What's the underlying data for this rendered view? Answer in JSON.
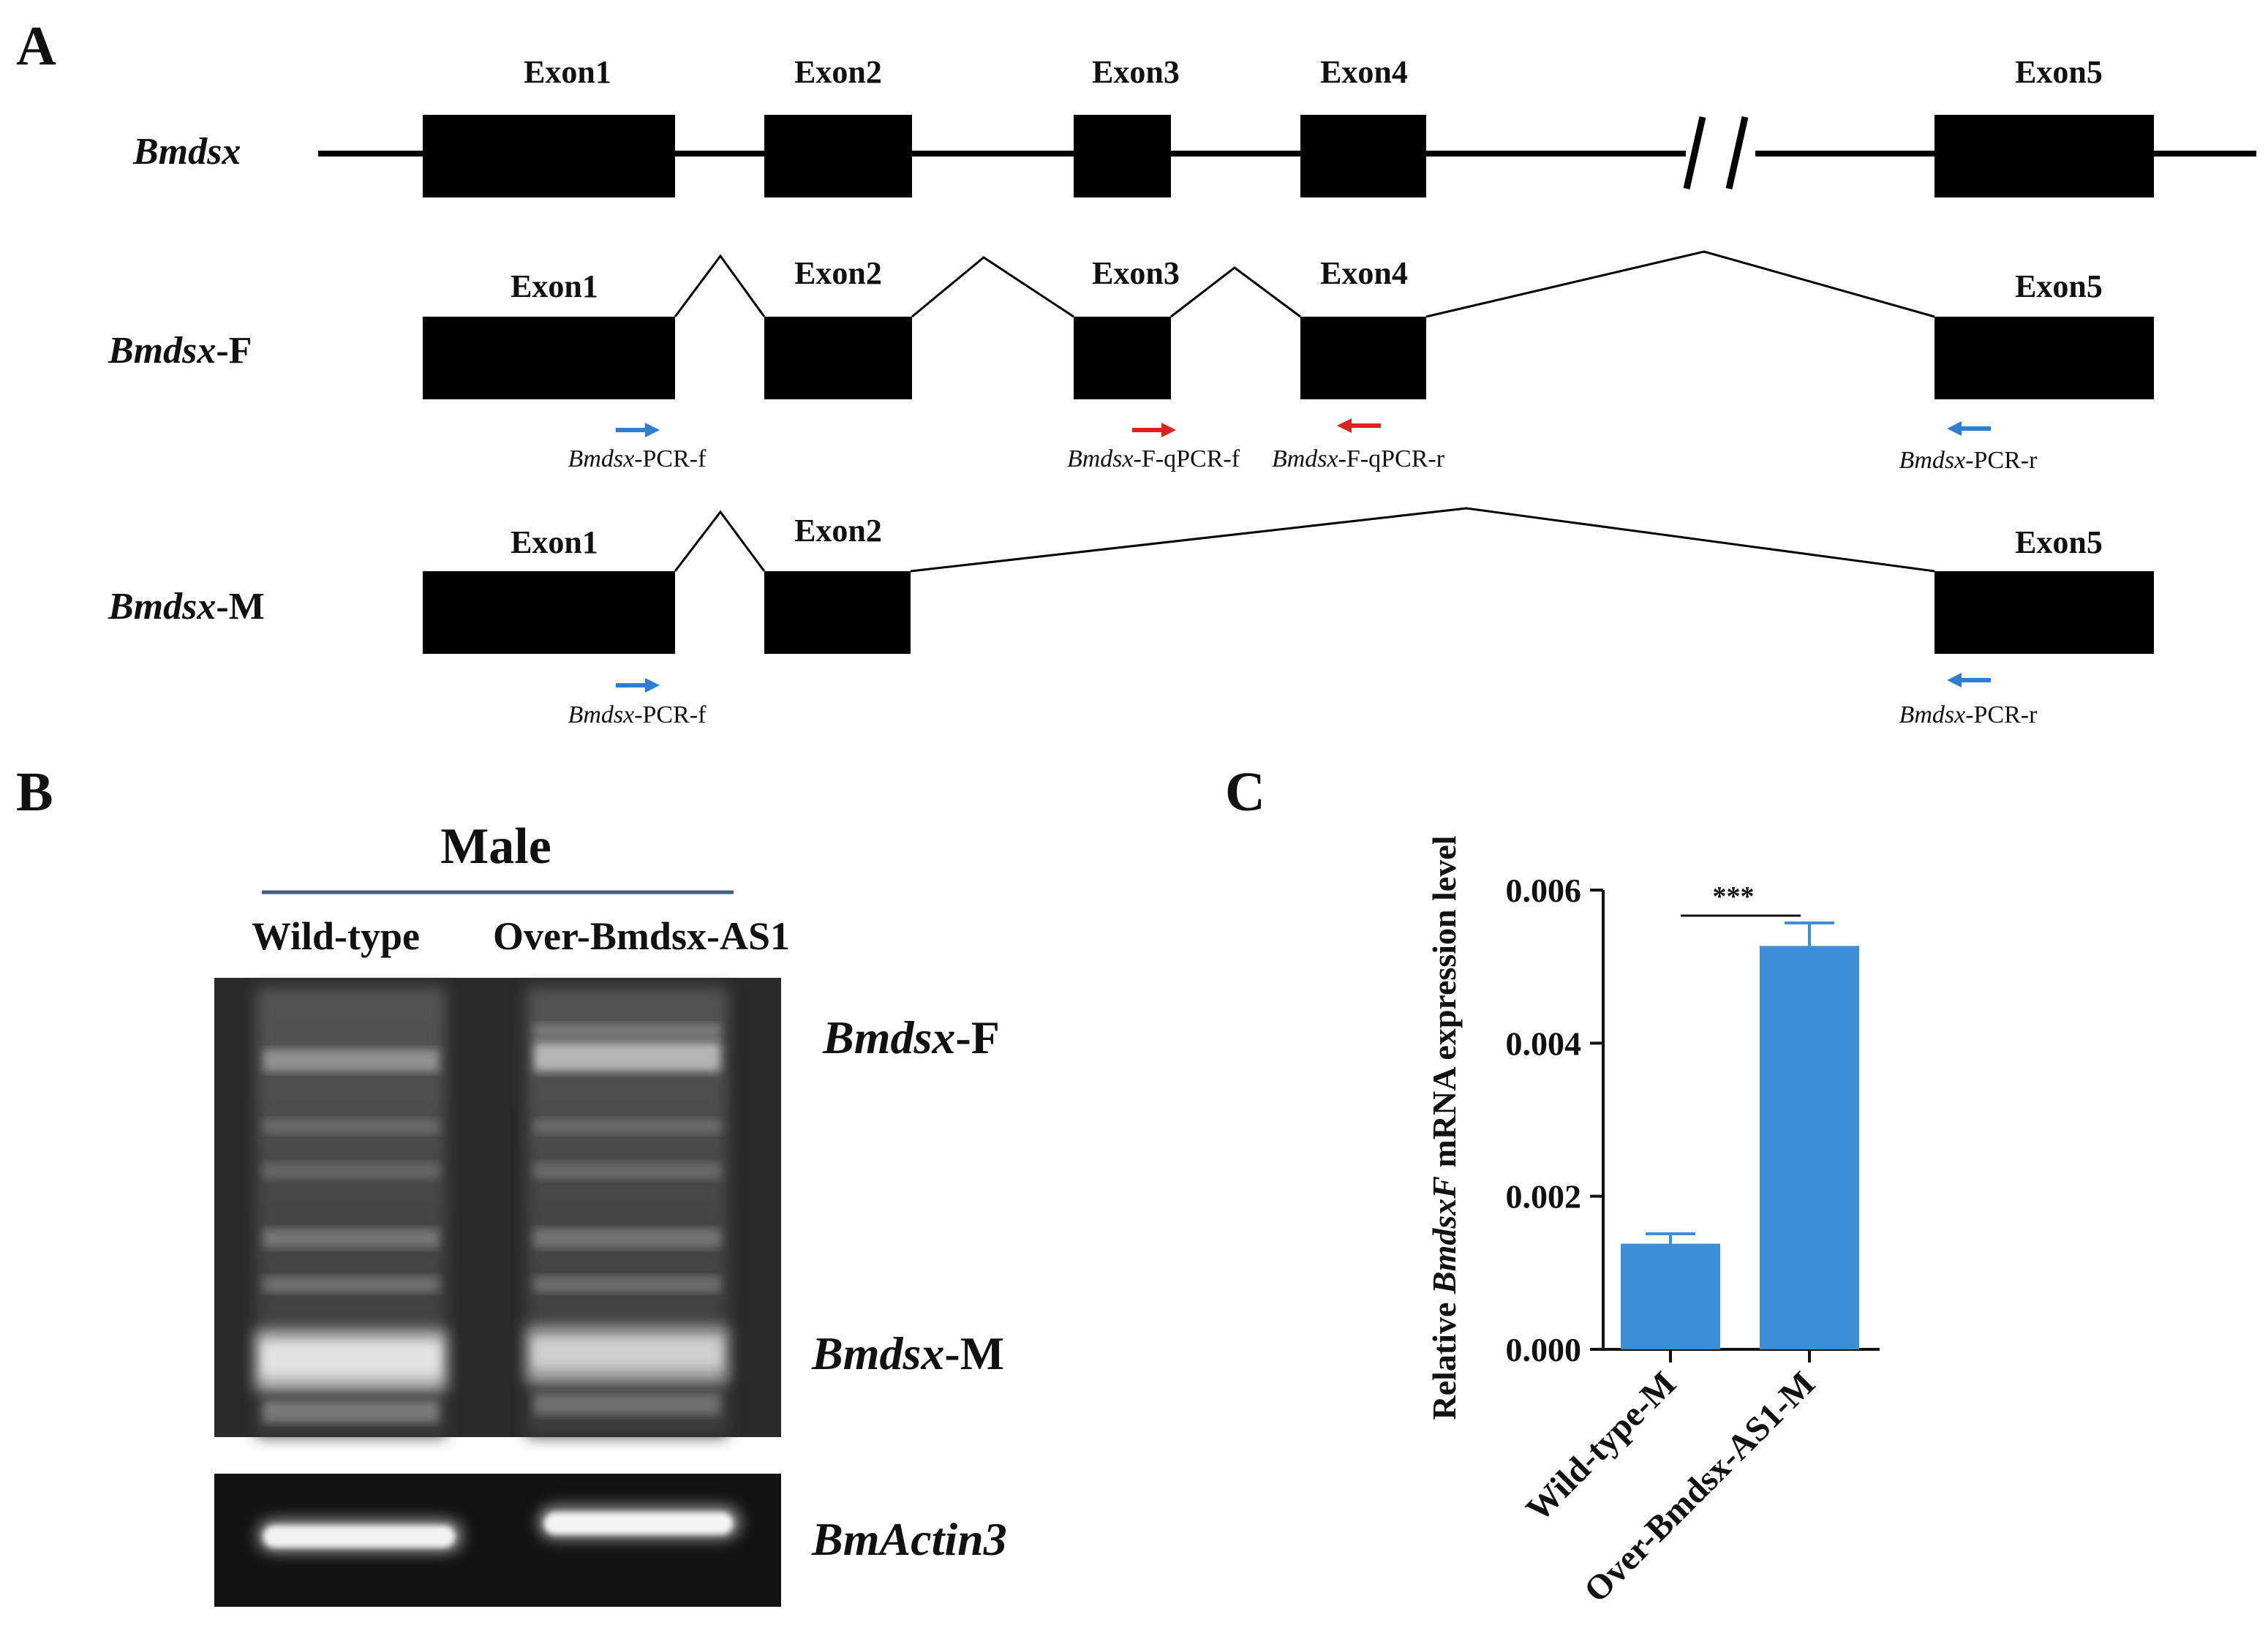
{
  "panels": {
    "a": "A",
    "b": "B",
    "c": "C"
  },
  "structure": {
    "rows": [
      {
        "name": "Bmdsx",
        "suffix": ""
      },
      {
        "name": "Bmdsx",
        "suffix": "-F"
      },
      {
        "name": "Bmdsx",
        "suffix": "-M"
      }
    ],
    "exons": [
      "Exon1",
      "Exon2",
      "Exon3",
      "Exon4",
      "Exon5"
    ],
    "primers": [
      {
        "italic": "Bmdsx",
        "rest": "-PCR-f",
        "dir": "right",
        "color": "#2f7fd0"
      },
      {
        "italic": "Bmdsx",
        "rest": "-F-qPCR-f",
        "dir": "right",
        "color": "#e0201f"
      },
      {
        "italic": "Bmdsx",
        "rest": "-F-qPCR-r",
        "dir": "left",
        "color": "#e0201f"
      },
      {
        "italic": "Bmdsx",
        "rest": "-PCR-r",
        "dir": "left",
        "color": "#2f7fd0"
      },
      {
        "italic": "Bmdsx",
        "rest": "-PCR-f",
        "dir": "right",
        "color": "#2f7fd0"
      },
      {
        "italic": "Bmdsx",
        "rest": "-PCR-r",
        "dir": "left",
        "color": "#2f7fd0"
      }
    ]
  },
  "gel": {
    "group": "Male",
    "lanes": [
      "Wild-type",
      "Over-Bmdsx-AS1"
    ],
    "bands": [
      {
        "italic": "Bmdsx",
        "rest": "-F"
      },
      {
        "italic": "Bmdsx",
        "rest": "-M"
      }
    ],
    "control": "BmActin3"
  },
  "chart_data": {
    "type": "bar",
    "categories": [
      "Wild-type-M",
      "Over-Bmdsx-AS1-M"
    ],
    "values": [
      0.00138,
      0.00527
    ],
    "errors": [
      0.00013,
      0.0003
    ],
    "ylabel_parts": [
      "Relative ",
      "BmdsxF",
      " mRNA expression level"
    ],
    "ylim": [
      0,
      0.006
    ],
    "yticks": [
      "0.000",
      "0.002",
      "0.004",
      "0.006"
    ],
    "significance": "***",
    "bar_color": "#3d8ed4"
  }
}
